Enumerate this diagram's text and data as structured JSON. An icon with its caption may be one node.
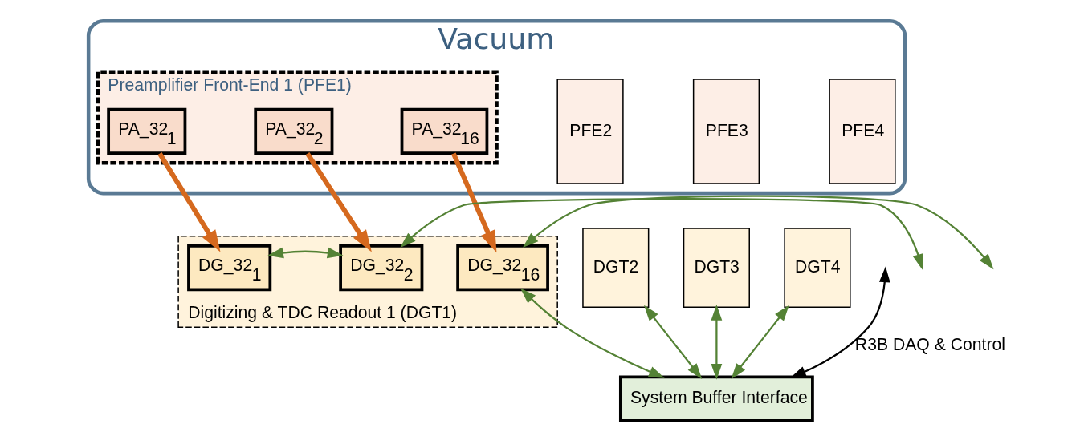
{
  "diagram": {
    "nodes": [
      {
        "text": [
          "Vacuum"
        ]
      },
      {
        "text": [
          "Preamplifier Front-End 1 (PFE1)"
        ],
        "in": 0
      },
      {
        "text": [
          "PA_32$_{1}$"
        ],
        "in": 1
      },
      {
        "text": [
          "PA_32$_{2}$"
        ],
        "in": 1
      },
      {
        "text": [
          "PA_32$_{16}$"
        ],
        "in": 1
      },
      {
        "text": [
          "PFE2"
        ],
        "in": 0
      },
      {
        "text": [
          "PFE3"
        ],
        "in": 0
      },
      {
        "text": [
          "PFE4"
        ],
        "in": 0
      },
      {
        "text": [
          "Digitizing & TDC Readout 1 (DGT1)"
        ]
      },
      {
        "text": [
          "DG_32$_{1}$"
        ],
        "in": 8
      },
      {
        "text": [
          "DG_32$_{2}$"
        ],
        "in": 8
      },
      {
        "text": [
          "DG_32$_{16}$"
        ],
        "in": 8
      },
      {
        "text": [
          "DGT2"
        ]
      },
      {
        "text": [
          "DGT3"
        ]
      },
      {
        "text": [
          "DGT4"
        ]
      },
      {
        "text": [
          "System Buffer Interface"
        ]
      }
    ],
    "edges": [
      {
        "from": 2,
        "to": 9,
        "arrow": "to",
        "style": "thick",
        "color": "#d5691e"
      },
      {
        "from": 3,
        "to": 10,
        "arrow": "to",
        "style": "thick",
        "color": "#d5691e"
      },
      {
        "from": 4,
        "to": 11,
        "arrow": "to",
        "style": "thick",
        "color": "#d5691e"
      },
      {
        "from": 9,
        "to": 10,
        "arrow": "both"
      },
      {
        "from": 10,
        "to": null,
        "arrow": "both"
      },
      {
        "from": null,
        "to": 11,
        "arrow": "both"
      },
      {
        "from": 11,
        "to": 15,
        "arrow": "both"
      },
      {
        "from": 12,
        "to": 15,
        "arrow": "both"
      },
      {
        "from": 13,
        "to": 15,
        "arrow": "both"
      },
      {
        "from": 14,
        "to": 15,
        "arrow": "both"
      },
      {
        "from": null,
        "to": 15,
        "arrow": "both",
        "label": "R3B DAQ & Control",
        "color": "#000000"
      }
    ]
  }
}
